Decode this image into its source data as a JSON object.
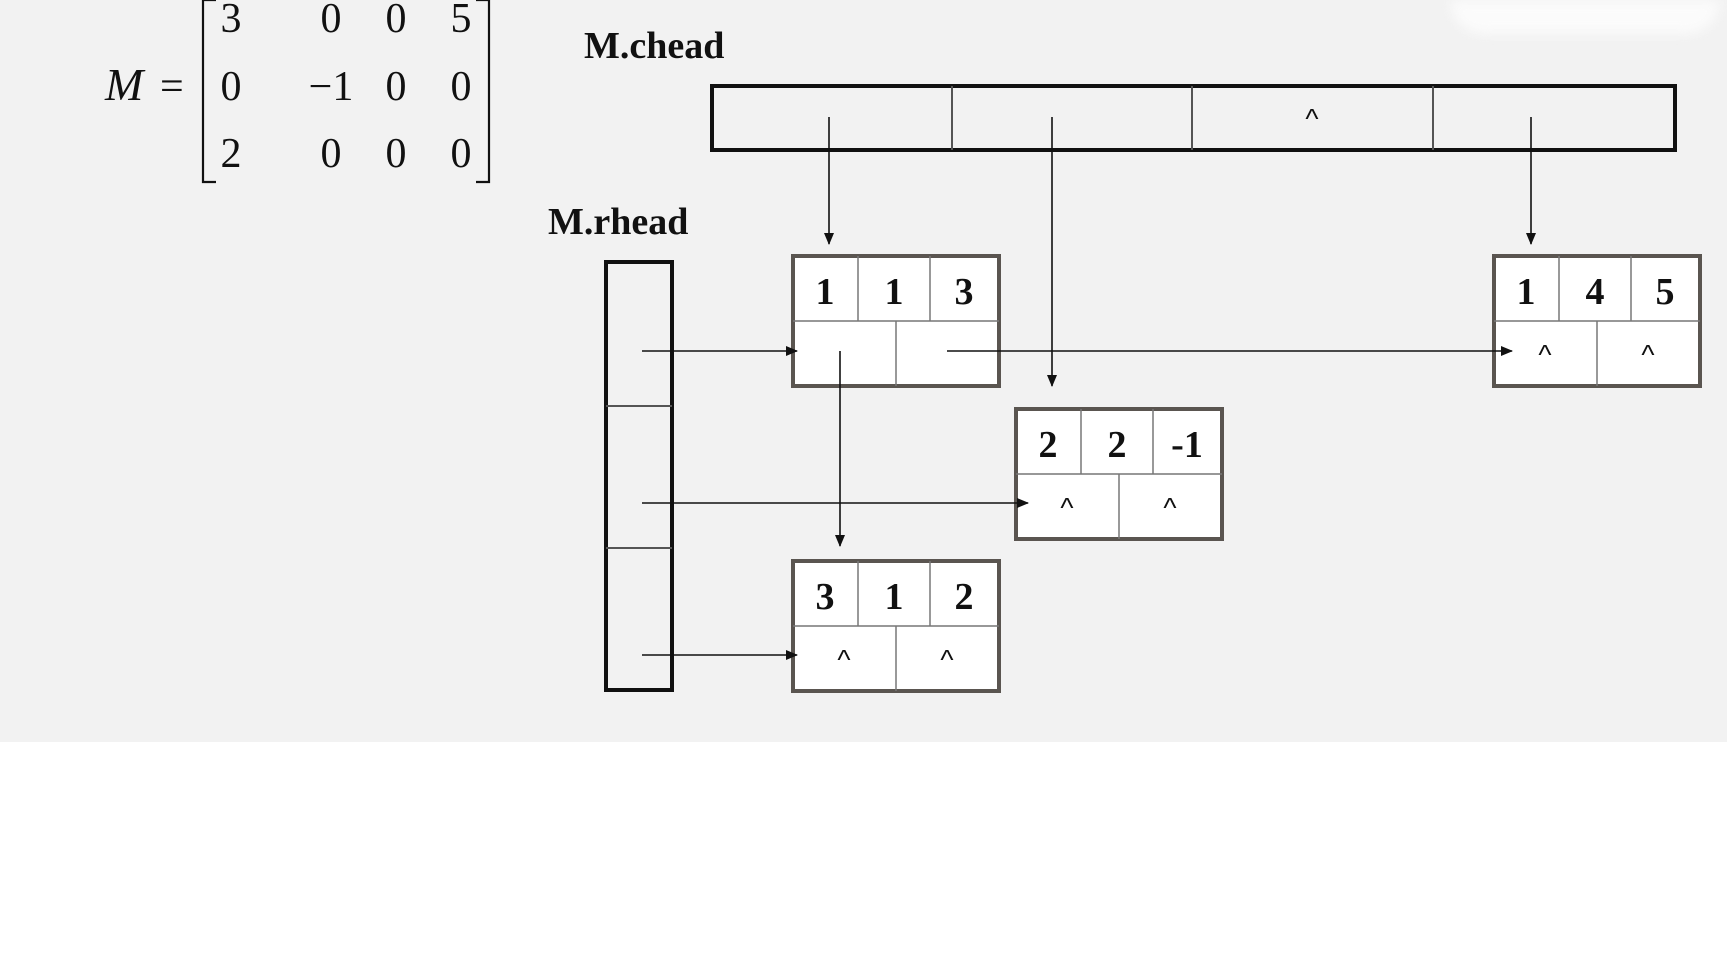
{
  "matrix": {
    "name": "M",
    "equals": "=",
    "rows": [
      [
        "3",
        "0",
        "0",
        "5"
      ],
      [
        "0",
        "−1",
        "0",
        "0"
      ],
      [
        "2",
        "0",
        "0",
        "0"
      ]
    ]
  },
  "chead": {
    "label": "M.chead",
    "cells": [
      "",
      "",
      "^",
      ""
    ]
  },
  "rhead": {
    "label": "M.rhead"
  },
  "nodes": [
    {
      "id": "n11",
      "row": "1",
      "col": "1",
      "val": "3",
      "down": "",
      "right": ""
    },
    {
      "id": "n14",
      "row": "1",
      "col": "4",
      "val": "5",
      "down": "^",
      "right": "^"
    },
    {
      "id": "n22",
      "row": "2",
      "col": "2",
      "val": "-1",
      "down": "^",
      "right": "^"
    },
    {
      "id": "n31",
      "row": "3",
      "col": "1",
      "val": "2",
      "down": "^",
      "right": "^"
    }
  ],
  "colors": {
    "background": "#f2f2f2",
    "node_border": "#5a5550",
    "ink": "#111111"
  }
}
